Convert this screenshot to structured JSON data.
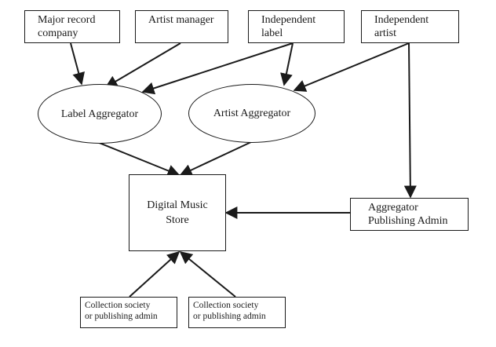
{
  "nodes": {
    "major_record_company": "Major record\ncompany",
    "artist_manager": "Artist manager",
    "independent_label": "Independent\nlabel",
    "independent_artist": "Independent\nartist",
    "label_aggregator": "Label Aggregator",
    "artist_aggregator": "Artist Aggregator",
    "digital_music_store": "Digital Music\nStore",
    "aggregator_publishing_admin": "Aggregator\nPublishing Admin",
    "collection_society_1": "Collection society\nor publishing admin",
    "collection_society_2": "Collection society\nor publishing admin"
  },
  "colors": {
    "stroke": "#1a1a1a",
    "background": "#ffffff"
  }
}
